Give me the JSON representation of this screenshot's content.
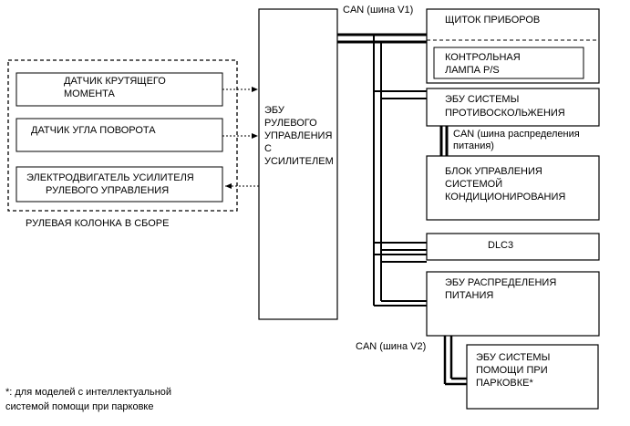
{
  "diagram": {
    "bus_v1_label": "CAN (шина V1)",
    "bus_power_label": [
      "CAN (шина распределения",
      "питания)"
    ],
    "bus_v2_label": "CAN (шина V2)",
    "column_group_label": "РУЛЕВАЯ КОЛОНКА В СБОРЕ",
    "sensors": {
      "torque": [
        "ДАТЧИК КРУТЯЩЕГО",
        "МОМЕНТА"
      ],
      "angle": [
        "ДАТЧИК УГЛА ПОВОРОТА"
      ],
      "motor": [
        "ЭЛЕКТРОДВИГАТЕЛЬ УСИЛИТЕЛЯ",
        "РУЛЕВОГО УПРАВЛЕНИЯ"
      ]
    },
    "ecu_eps": [
      "ЭБУ",
      "РУЛЕВОГО",
      "УПРАВЛЕНИЯ",
      "С",
      "УСИЛИТЕЛЕМ"
    ],
    "nodes": {
      "combination_meter": [
        "ЩИТОК ПРИБОРОВ"
      ],
      "ps_lamp": [
        "КОНТРОЛЬНАЯ",
        "ЛАМПА P/S"
      ],
      "skid_control": [
        "ЭБУ СИСТЕМЫ",
        "ПРОТИВОСКОЛЬЖЕНИЯ"
      ],
      "air_conditioning": [
        "БЛОК УПРАВЛЕНИЯ",
        "СИСТЕМОЙ",
        "КОНДИЦИОНИРОВАНИЯ"
      ],
      "dlc3": [
        "DLC3"
      ],
      "power_distribution": [
        "ЭБУ РАСПРЕДЕЛЕНИЯ",
        "ПИТАНИЯ"
      ],
      "parking_assist": [
        "ЭБУ СИСТЕМЫ",
        "ПОМОЩИ ПРИ",
        "ПАРКОВКЕ*"
      ]
    },
    "footnote": [
      "*: для моделей с интеллектуальной",
      "системой помощи при парковке"
    ]
  }
}
